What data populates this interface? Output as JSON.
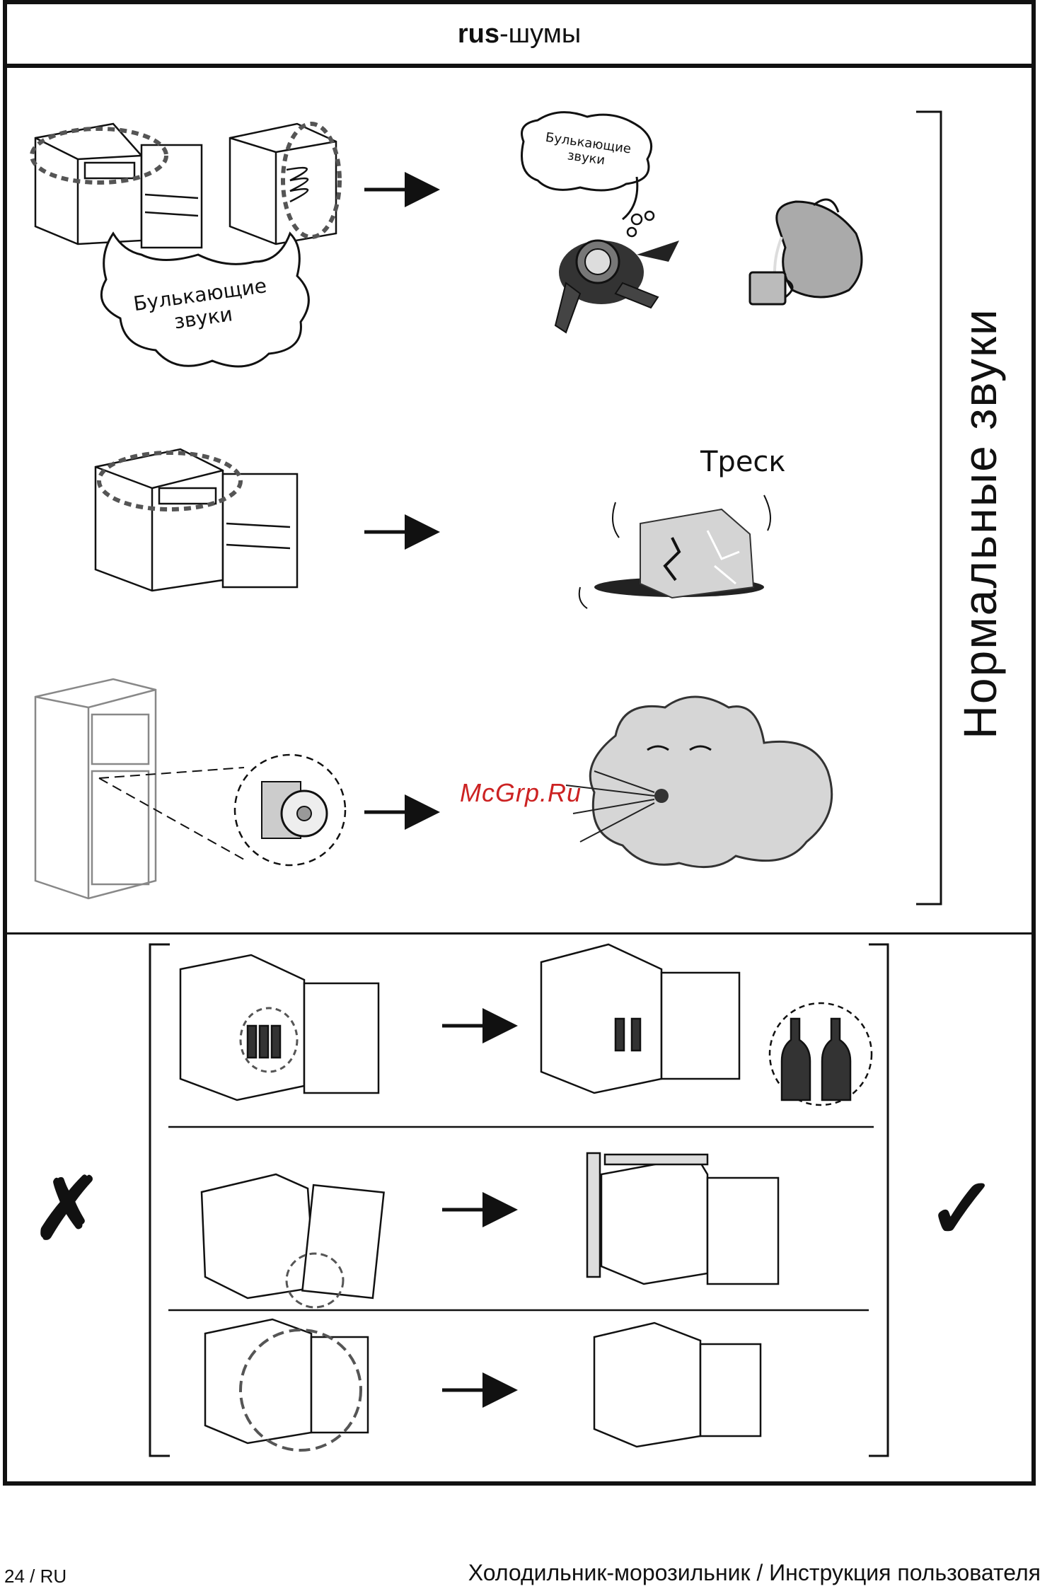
{
  "header": {
    "lang_code": "rus",
    "title_suffix": "-шумы"
  },
  "normal_sounds": {
    "side_label": "Нормальные звуки",
    "rows": [
      {
        "bubble_label": "Булькающие звуки",
        "small_bubble_label": "Булькающие звуки"
      },
      {
        "effect_label": "Треск"
      },
      {
        "effect_label": ""
      }
    ]
  },
  "watermark": "McGrp.Ru",
  "bad_good": {
    "bad_symbol": "✗",
    "good_symbol": "✓"
  },
  "footer": {
    "page": "24 / RU",
    "doc_title": "Холодильник-морозильник / Инструкция пользователя"
  }
}
